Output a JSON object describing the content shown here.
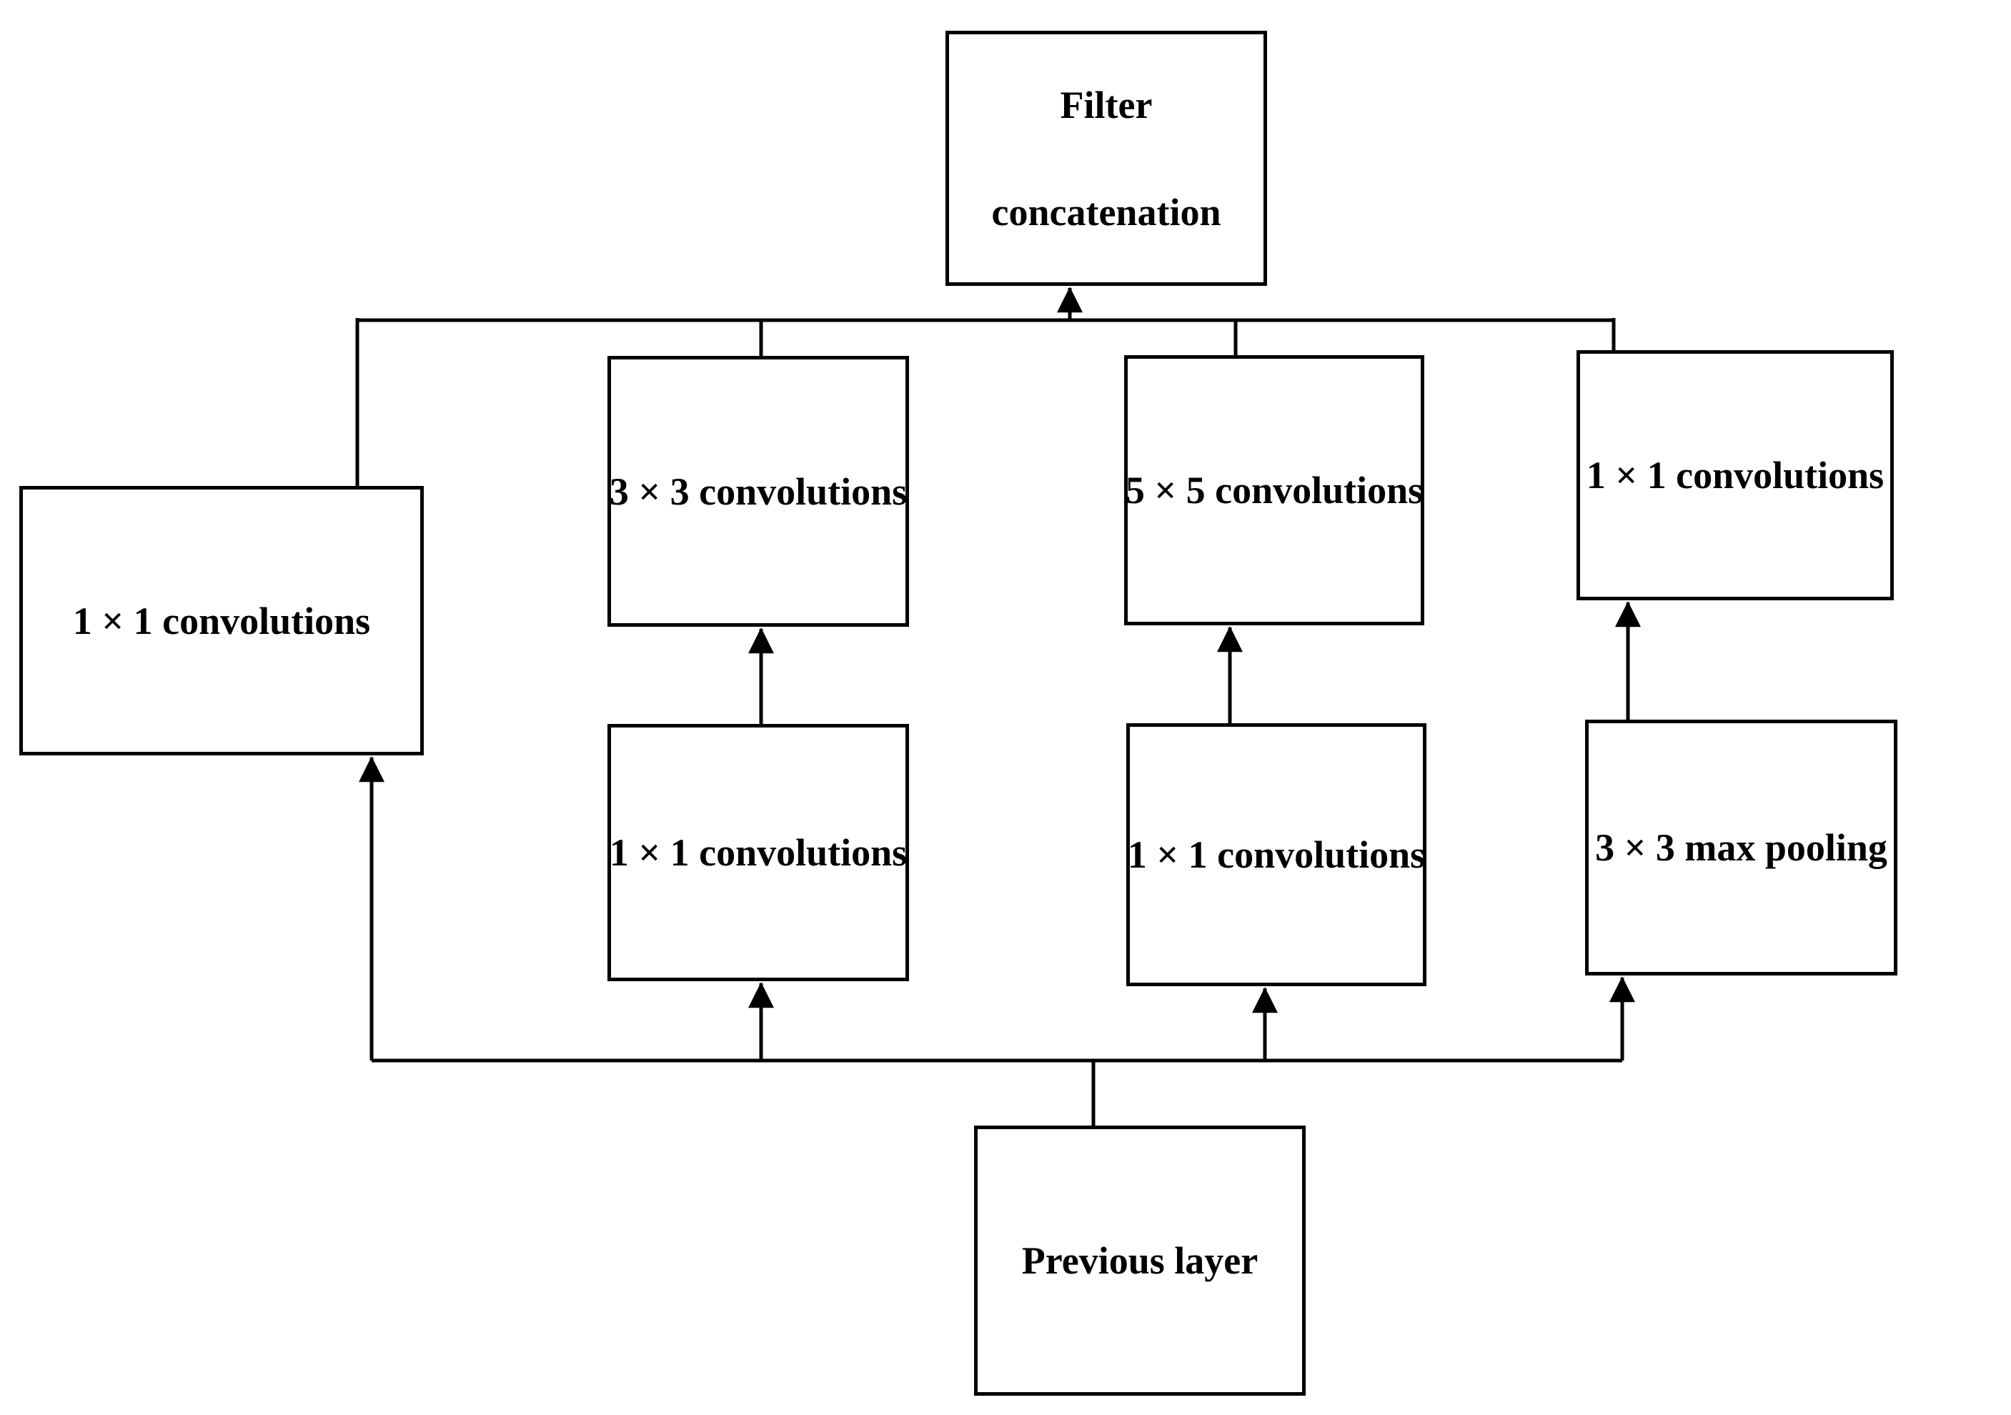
{
  "colors": {
    "stroke": "#000000",
    "background": "#ffffff"
  },
  "nodes": {
    "filter_concat": {
      "line1": "Filter",
      "line2": "concatenation"
    },
    "conv1_branch1": {
      "label": "1 × 1 convolutions"
    },
    "conv3": {
      "label": "3 × 3 convolutions"
    },
    "conv5": {
      "label": "5 × 5 convolutions"
    },
    "conv1_branch4": {
      "label": "1 × 1 convolutions"
    },
    "conv1_branch2": {
      "label": "1 × 1 convolutions"
    },
    "conv1_branch3": {
      "label": "1 × 1 convolutions"
    },
    "maxpool": {
      "label": "3 × 3 max pooling"
    },
    "previous": {
      "label": "Previous layer"
    }
  }
}
